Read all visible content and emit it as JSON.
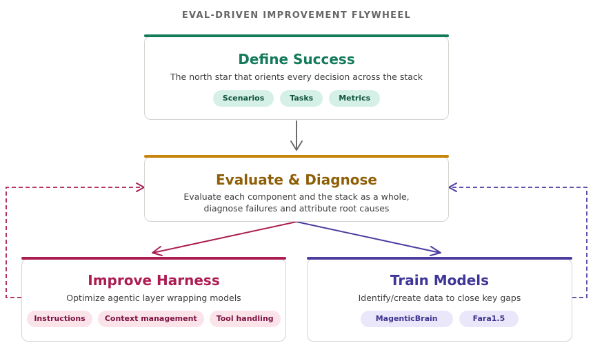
{
  "title": "EVAL-DRIVEN IMPROVEMENT FLYWHEEL",
  "colors": {
    "define": "#137a5a",
    "evaluate": "#c8850e",
    "harness": "#ab1d51",
    "train": "#4a3d9f",
    "connector": "#6b6b6b"
  },
  "define": {
    "heading": "Define Success",
    "description": "The north star that orients every decision across the stack",
    "chips": [
      "Scenarios",
      "Tasks",
      "Metrics"
    ]
  },
  "evaluate": {
    "heading": "Evaluate & Diagnose",
    "description_line1": "Evaluate each component and the stack as a whole,",
    "description_line2": "diagnose failures and attribute root causes"
  },
  "harness": {
    "heading": "Improve Harness",
    "description": "Optimize agentic layer wrapping models",
    "chips": [
      "Instructions",
      "Context management",
      "Tool handling"
    ]
  },
  "train": {
    "heading": "Train Models",
    "description": "Identify/create data to close key gaps",
    "chips": [
      "MagenticBrain",
      "Fara1.5"
    ]
  }
}
